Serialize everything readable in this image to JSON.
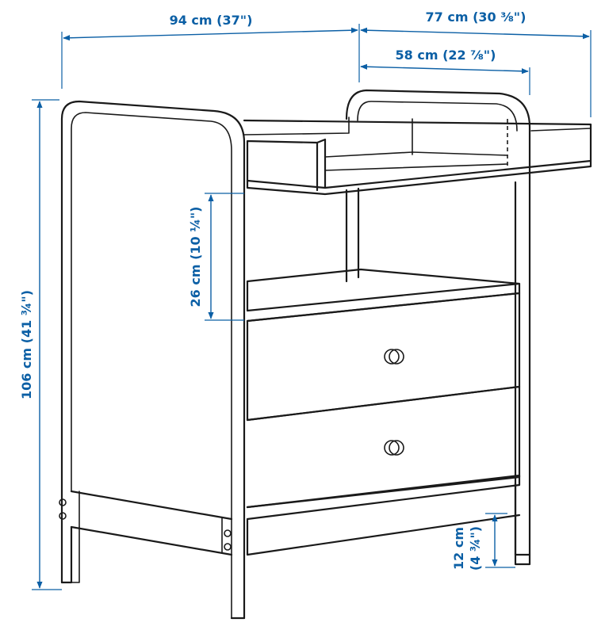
{
  "dimensions": {
    "width": "94 cm (37\")",
    "depth": "77 cm (30 ⅜\")",
    "top_depth": "58 cm (22 ⅞\")",
    "height": "106 cm (41 ¾\")",
    "shelf_clearance": "26 cm (10 ¼\")",
    "floor_clearance_cm": "12 cm",
    "floor_clearance_in": "(4 ¾\")"
  },
  "colors": {
    "dimension": "#0b5fa5",
    "line": "#1a1a1a",
    "background": "#ffffff"
  }
}
